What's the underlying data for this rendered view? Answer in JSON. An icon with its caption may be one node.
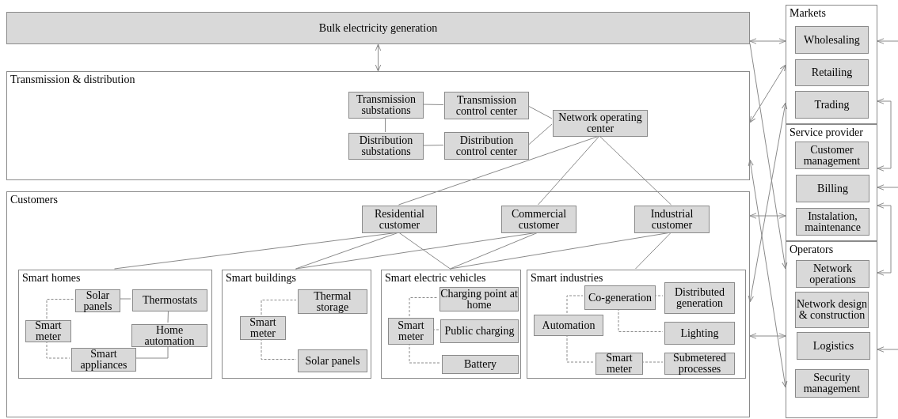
{
  "diagram": {
    "nodes": [
      {
        "text": [
          "Bulk electricity generation"
        ]
      },
      {
        "text": [
          "Transmission & distribution"
        ]
      },
      {
        "text": [
          "Transmission substations"
        ],
        "in": 1
      },
      {
        "text": [
          "Transmission control center"
        ],
        "in": 1
      },
      {
        "text": [
          "Network operating center"
        ],
        "in": 1
      },
      {
        "text": [
          "Distribution substations"
        ],
        "in": 1
      },
      {
        "text": [
          "Distribution control center"
        ],
        "in": 1
      },
      {
        "text": [
          "Customers"
        ]
      },
      {
        "text": [
          "Residential customer"
        ],
        "in": 7
      },
      {
        "text": [
          "Commercial customer"
        ],
        "in": 7
      },
      {
        "text": [
          "Industrial customer"
        ],
        "in": 7
      },
      {
        "text": [
          "Smart homes"
        ],
        "in": 7
      },
      {
        "text": [
          "Solar panels"
        ],
        "in": 11
      },
      {
        "text": [
          "Thermostats"
        ],
        "in": 11
      },
      {
        "text": [
          "Smart meter"
        ],
        "in": 11
      },
      {
        "text": [
          "Home automation"
        ],
        "in": 11
      },
      {
        "text": [
          "Smart appliances"
        ],
        "in": 11
      },
      {
        "text": [
          "Smart buildings"
        ],
        "in": 7
      },
      {
        "text": [
          "Thermal storage"
        ],
        "in": 17
      },
      {
        "text": [
          "Smart meter"
        ],
        "in": 17
      },
      {
        "text": [
          "Solar panels"
        ],
        "in": 17
      },
      {
        "text": [
          "Smart electric vehicles"
        ],
        "in": 7
      },
      {
        "text": [
          "Charging point at home"
        ],
        "in": 21
      },
      {
        "text": [
          "Smart meter"
        ],
        "in": 21
      },
      {
        "text": [
          "Public charging"
        ],
        "in": 21
      },
      {
        "text": [
          "Battery"
        ],
        "in": 21
      },
      {
        "text": [
          "Smart industries"
        ],
        "in": 7
      },
      {
        "text": [
          "Co-generation"
        ],
        "in": 26
      },
      {
        "text": [
          "Distributed generation"
        ],
        "in": 26
      },
      {
        "text": [
          "Automation"
        ],
        "in": 26
      },
      {
        "text": [
          "Lighting"
        ],
        "in": 26
      },
      {
        "text": [
          "Smart meter"
        ],
        "in": 26
      },
      {
        "text": [
          "Submetered processes"
        ],
        "in": 26
      },
      {
        "text": [
          "Markets"
        ]
      },
      {
        "text": [
          "Wholesaling"
        ],
        "in": 33
      },
      {
        "text": [
          "Retailing"
        ],
        "in": 33
      },
      {
        "text": [
          "Trading"
        ],
        "in": 33
      },
      {
        "text": [
          "Service provider"
        ]
      },
      {
        "text": [
          "Customer management"
        ],
        "in": 37
      },
      {
        "text": [
          "Billing"
        ],
        "in": 37
      },
      {
        "text": [
          "Instalation, maintenance"
        ],
        "in": 37
      },
      {
        "text": [
          "Operators"
        ]
      },
      {
        "text": [
          "Network operations"
        ],
        "in": 41
      },
      {
        "text": [
          "Network design & construction"
        ],
        "in": 41
      },
      {
        "text": [
          "Logistics"
        ],
        "in": 41
      },
      {
        "text": [
          "Security management"
        ],
        "in": 41
      }
    ],
    "edges": [
      {
        "from": 0,
        "to": 1,
        "arrow": "both"
      },
      {
        "from": 2,
        "to": 3,
        "arrow": "none"
      },
      {
        "from": 2,
        "to": 5,
        "arrow": "none"
      },
      {
        "from": 5,
        "to": 6,
        "arrow": "none"
      },
      {
        "from": 3,
        "to": 4,
        "arrow": "none"
      },
      {
        "from": 6,
        "to": 4,
        "arrow": "none"
      },
      {
        "from": 4,
        "to": 8,
        "arrow": "none"
      },
      {
        "from": 4,
        "to": 9,
        "arrow": "none"
      },
      {
        "from": 4,
        "to": 10,
        "arrow": "none"
      },
      {
        "from": 8,
        "to": 11,
        "arrow": "none"
      },
      {
        "from": 8,
        "to": 17,
        "arrow": "none"
      },
      {
        "from": 8,
        "to": 21,
        "arrow": "none"
      },
      {
        "from": 9,
        "to": 17,
        "arrow": "none"
      },
      {
        "from": 9,
        "to": 21,
        "arrow": "none"
      },
      {
        "from": 10,
        "to": 21,
        "arrow": "none"
      },
      {
        "from": 10,
        "to": 26,
        "arrow": "none"
      },
      {
        "from": 12,
        "to": 13,
        "arrow": "none"
      },
      {
        "from": 13,
        "to": 15,
        "arrow": "none"
      },
      {
        "from": 15,
        "to": 16,
        "arrow": "none"
      },
      {
        "from": 14,
        "to": 12,
        "arrow": "none",
        "style": "dashed"
      },
      {
        "from": 14,
        "to": 16,
        "arrow": "none",
        "style": "dashed"
      },
      {
        "from": 19,
        "to": 18,
        "arrow": "none",
        "style": "dashed"
      },
      {
        "from": 19,
        "to": 20,
        "arrow": "none",
        "style": "dashed"
      },
      {
        "from": 23,
        "to": 22,
        "arrow": "none",
        "style": "dashed"
      },
      {
        "from": 23,
        "to": 24,
        "arrow": "none",
        "style": "dashed"
      },
      {
        "from": 23,
        "to": 25,
        "arrow": "none",
        "style": "dashed"
      },
      {
        "from": 29,
        "to": 27,
        "arrow": "none",
        "style": "dashed"
      },
      {
        "from": 27,
        "to": 28,
        "arrow": "none",
        "style": "dashed"
      },
      {
        "from": 27,
        "to": 30,
        "arrow": "none",
        "style": "dashed"
      },
      {
        "from": 29,
        "to": 31,
        "arrow": "none",
        "style": "dashed"
      },
      {
        "from": 31,
        "to": 32,
        "arrow": "none",
        "style": "dashed"
      },
      {
        "from": 0,
        "to": 33,
        "arrow": "both"
      },
      {
        "from": 0,
        "to": 41,
        "arrow": "to"
      },
      {
        "from": 1,
        "to": 33,
        "arrow": "both"
      },
      {
        "from": 1,
        "to": 41,
        "arrow": "both"
      },
      {
        "from": 7,
        "to": 37,
        "arrow": "both"
      },
      {
        "from": 7,
        "to": 33,
        "arrow": "both"
      },
      {
        "from": 7,
        "to": 41,
        "arrow": "both"
      },
      {
        "from": null,
        "to": 33,
        "arrow": "to"
      },
      {
        "from": 33,
        "to": 37,
        "arrow": "both"
      },
      {
        "from": null,
        "to": 37,
        "arrow": "to"
      },
      {
        "from": 37,
        "to": 41,
        "arrow": "both"
      },
      {
        "from": null,
        "to": 41,
        "arrow": "to"
      }
    ]
  }
}
